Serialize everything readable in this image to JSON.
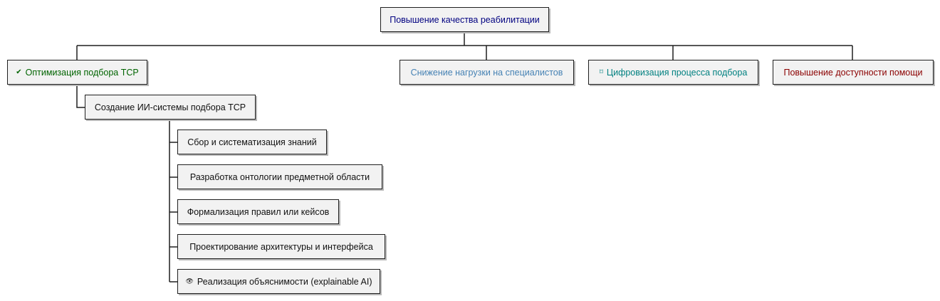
{
  "diagram": {
    "root": {
      "label": "Повышение качества реабилитации",
      "color": "#000080"
    },
    "branches": [
      {
        "label": "Оптимизация подбора ТСР",
        "icon": "check-icon",
        "icon_glyph": "✔",
        "color": "#006400"
      },
      {
        "label": "Снижение нагрузки на специалистов",
        "color": "#4682b4"
      },
      {
        "label": "Цифровизация процесса подбора",
        "icon": "computer-icon",
        "icon_glyph": "⌑",
        "color": "#008080"
      },
      {
        "label": "Повышение доступности помощи",
        "color": "#8b0000"
      }
    ],
    "subnode": {
      "label": "Создание ИИ-системы подбора ТСР",
      "color": "#111111"
    },
    "tasks": [
      {
        "label": "Сбор и систематизация знаний"
      },
      {
        "label": "Разработка онтологии предметной области"
      },
      {
        "label": "Формализация правил или кейсов"
      },
      {
        "label": "Проектирование архитектуры и интерфейса"
      },
      {
        "label": "Реализация объяснимости (explainable AI)",
        "icon": "eye-icon",
        "icon_glyph": "👁"
      }
    ]
  }
}
